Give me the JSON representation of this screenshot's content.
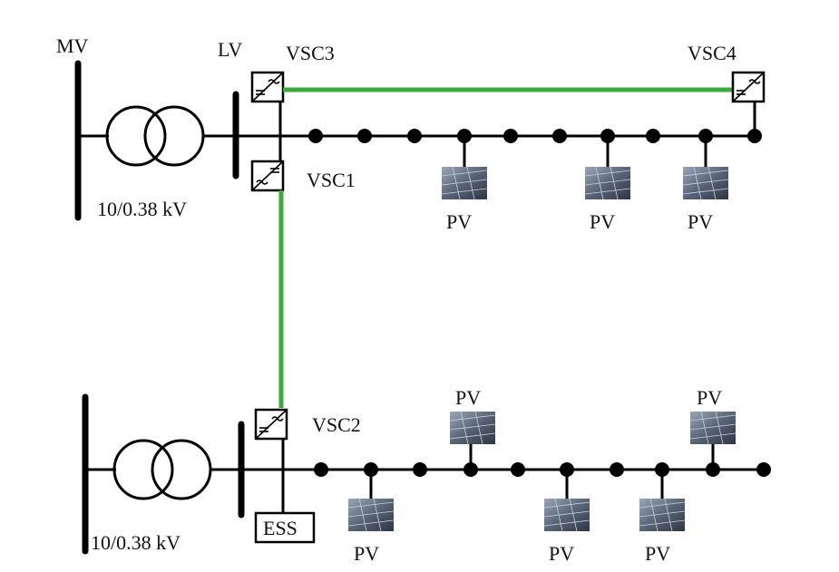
{
  "labels": {
    "mv": "MV",
    "lv": "LV",
    "vsc1": "VSC1",
    "vsc2": "VSC2",
    "vsc3": "VSC3",
    "vsc4": "VSC4",
    "trafo_top": "10/0.38 kV",
    "trafo_bottom": "10/0.38 kV",
    "ess": "ESS",
    "pv": "PV"
  },
  "colors": {
    "dc_link": "#3aaa3a",
    "bus": "#000000"
  },
  "icons": [
    "transformer-icon",
    "converter-icon",
    "pv-panel-icon",
    "node-icon"
  ]
}
